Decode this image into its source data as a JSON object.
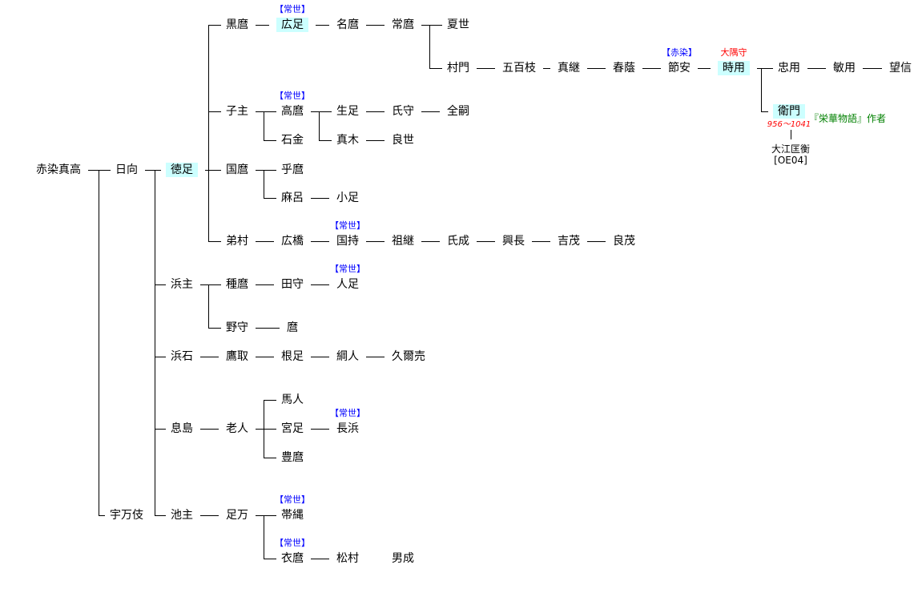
{
  "colors": {
    "highlight": "#ccffff",
    "tag_blue": "#0000ff",
    "tag_red": "#ff0000",
    "note_green": "#008000"
  },
  "nodes": [
    {
      "name": "赤染真高"
    },
    {
      "name": "日向"
    },
    {
      "name": "宇万伎"
    },
    {
      "name": "徳足",
      "highlight": true
    },
    {
      "name": "浜主"
    },
    {
      "name": "浜石"
    },
    {
      "name": "息島"
    },
    {
      "name": "池主"
    },
    {
      "name": "黒麿"
    },
    {
      "name": "子主"
    },
    {
      "name": "国麿"
    },
    {
      "name": "弟村"
    },
    {
      "name": "種麿"
    },
    {
      "name": "野守"
    },
    {
      "name": "鷹取"
    },
    {
      "name": "老人"
    },
    {
      "name": "足万"
    },
    {
      "name": "広足",
      "highlight": true,
      "tag": "【常世】",
      "tag_color": "#0000ff"
    },
    {
      "name": "高麿",
      "tag": "【常世】",
      "tag_color": "#0000ff"
    },
    {
      "name": "石金"
    },
    {
      "name": "乎麿"
    },
    {
      "name": "麻呂"
    },
    {
      "name": "広橋"
    },
    {
      "name": "田守"
    },
    {
      "name": "麿"
    },
    {
      "name": "根足"
    },
    {
      "name": "馬人"
    },
    {
      "name": "宮足"
    },
    {
      "name": "豊麿"
    },
    {
      "name": "帯縄",
      "tag": "【常世】",
      "tag_color": "#0000ff"
    },
    {
      "name": "衣麿",
      "tag": "【常世】",
      "tag_color": "#0000ff"
    },
    {
      "name": "名麿"
    },
    {
      "name": "生足"
    },
    {
      "name": "真木"
    },
    {
      "name": "小足"
    },
    {
      "name": "国持",
      "tag": "【常世】",
      "tag_color": "#0000ff"
    },
    {
      "name": "人足",
      "tag": "【常世】",
      "tag_color": "#0000ff"
    },
    {
      "name": "綱人"
    },
    {
      "name": "長浜",
      "tag": "【常世】",
      "tag_color": "#0000ff"
    },
    {
      "name": "松村"
    },
    {
      "name": "常麿"
    },
    {
      "name": "氏守"
    },
    {
      "name": "良世"
    },
    {
      "name": "祖継"
    },
    {
      "name": "久爾売"
    },
    {
      "name": "男成"
    },
    {
      "name": "夏世"
    },
    {
      "name": "村門"
    },
    {
      "name": "全嗣"
    },
    {
      "name": "氏成"
    },
    {
      "name": "興長"
    },
    {
      "name": "吉茂"
    },
    {
      "name": "良茂"
    },
    {
      "name": "五百枝"
    },
    {
      "name": "真継"
    },
    {
      "name": "春蔭"
    },
    {
      "name": "節安",
      "tag": "【赤染】",
      "tag_color": "#0000ff"
    },
    {
      "name": "時用",
      "highlight": true,
      "tag": "大隅守",
      "tag_color": "#ff0000"
    },
    {
      "name": "忠用"
    },
    {
      "name": "敏用"
    },
    {
      "name": "望信"
    },
    {
      "name": "衛門",
      "highlight": true
    }
  ],
  "emon_note": {
    "dates": "956～1041",
    "work": "『栄華物語』作者",
    "husband": "大江匡衡",
    "husband_code": "[OE04]"
  }
}
